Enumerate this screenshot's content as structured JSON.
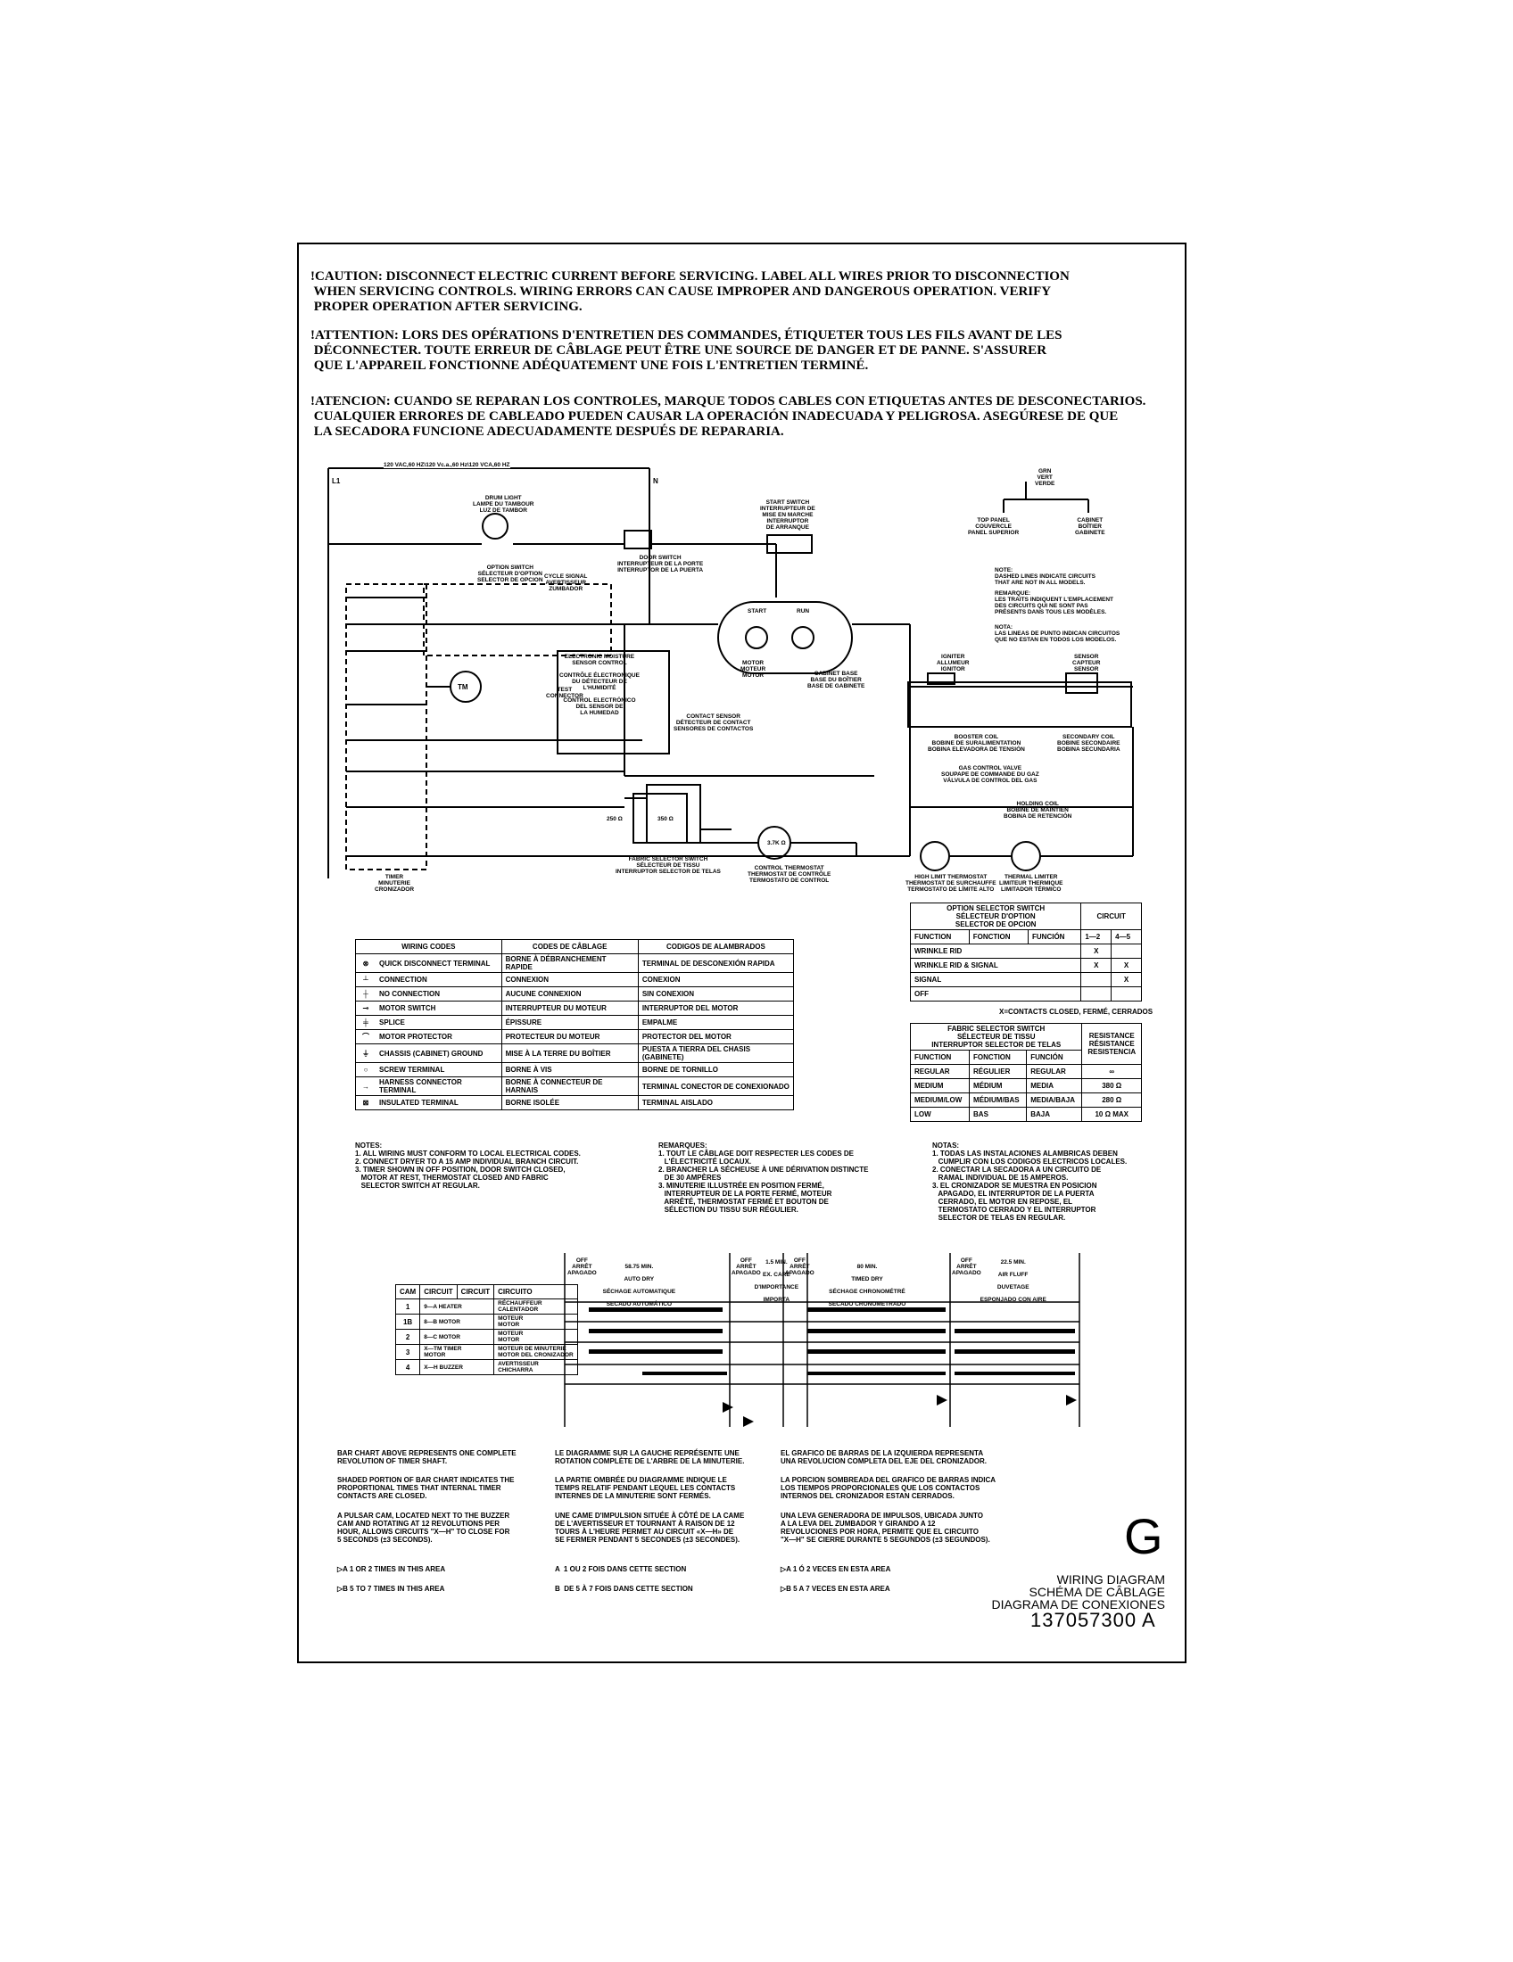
{
  "warnings": {
    "caution": "!CAUTION: DISCONNECT ELECTRIC CURRENT BEFORE SERVICING. LABEL ALL WIRES PRIOR TO DISCONNECTION\n WHEN SERVICING CONTROLS. WIRING ERRORS CAN CAUSE IMPROPER AND DANGEROUS OPERATION. VERIFY\n PROPER OPERATION AFTER SERVICING.",
    "attention": "!ATTENTION: LORS DES OPÉRATIONS D'ENTRETIEN DES COMMANDES, ÉTIQUETER TOUS LES FILS AVANT DE LES\n DÉCONNECTER. TOUTE ERREUR DE CÂBLAGE PEUT ÊTRE UNE SOURCE DE DANGER ET DE PANNE. S'ASSURER\n QUE L'APPAREIL FONCTIONNE ADÉQUATEMENT UNE FOIS L'ENTRETIEN TERMINÉ.",
    "atencion": "!ATENCION: CUANDO SE REPARAN LOS CONTROLES, MARQUE TODOS CABLES CON ETIQUETAS ANTES DE DESCONECTARIOS.\n CUALQUIER ERRORES DE CABLEADO PUEDEN CAUSAR LA OPERACIÓN INADECUADA Y PELIGROSA. ASEGÚRESE DE QUE\n LA SECADORA FUNCIONE ADECUADAMENTE DESPUÉS DE REPARARIA."
  },
  "schematic": {
    "supply": "120 VAC,60 HZ\\120 Vc.a.,60 Hz\\120 VCA,60 HZ",
    "l1": "L1",
    "n": "N",
    "drum_light": "DRUM LIGHT\nLAMPE DU TAMBOUR\nLUZ DE TAMBOR",
    "door_switch": "DOOR SWITCH\nINTERRUPTEUR DE LA PORTE\nINTERRUPTOR DE LA PUERTA",
    "start_switch": "START SWITCH\nINTERRUPTEUR DE\nMISE EN MARCHE\nINTERRUPTOR\nDE ARRANQUE",
    "option_switch": "OPTION SWITCH\nSÉLECTEUR D'OPTION\nSELECTOR DE OPCION",
    "cycle_signal": "CYCLE SIGNAL\nAVERTISSEUR\nZUMBADOR",
    "electronic_sensor": "ELECTRONIC MOISTURE\nSENSOR CONTROL\n\nCONTRÔLE ÉLECTRONIQUE\nDU DÉTECTEUR DE\nL'HUMIDITÉ\n\nCONTROL ELECTRÓNICO\nDEL SENSOR DE\nLA HUMEDAD",
    "contact_sensor": "CONTACT SENSOR\nDÉTECTEUR DE CONTACT\nSENSORES DE CONTACTOS",
    "test_connector": "TEST\nCONNECTOR",
    "motor": "MOTOR\nMOTEUR\nMOTOR",
    "start": "START",
    "run": "RUN",
    "tm": "TM",
    "cabinet_base": "CABINET BASE\nBASE DU BOÎTIER\nBASE DE GABINETE",
    "ground": "GRN\nVERT\nVERDE",
    "top_panel": "TOP PANEL\nCOUVERCLE\nPANEL SUPERIOR",
    "cabinet": "CABINET\nBOÎTIER\nGABINETE",
    "note_en": "NOTE:\nDASHED LINES INDICATE CIRCUITS\nTHAT ARE NOT IN ALL MODELS.",
    "note_fr": "REMARQUE:\nLES TRAITS INDIQUENT L'EMPLACEMENT\nDES CIRCUITS QUI NE SONT PAS\nPRÉSENTS DANS TOUS LES MODÈLES.",
    "note_es": "NOTA:\nLAS LINEAS DE PUNTO INDICAN CIRCUITOS\nQUE NO ESTAN EN TODOS LOS MODELOS.",
    "igniter": "IGNITER\nALLUMEUR\nIGNITOR",
    "sensor": "SENSOR\nCAPTEUR\nSENSOR",
    "booster_coil": "BOOSTER COIL\nBOBINE DE SURALIMENTATION\nBOBINA ELEVADORA DE TENSIÓN",
    "secondary_coil": "SECONDARY COIL\nBOBINE SECONDAIRE\nBOBINA SECUNDARIA",
    "gas_valve": "GAS CONTROL VALVE\nSOUPAPE DE COMMANDE DU GAZ\nVÁLVULA DE CONTROL DEL GAS",
    "holding_coil": "HOLDING COIL\nBOBINE DE MAINTIEN\nBOBINA DE RETENCIÓN",
    "fabric_switch": "FABRIC SELECTOR SWITCH\nSÉLECTEUR DE TISSU\nINTERRUPTOR SELECTOR DE TELAS",
    "control_thermostat": "CONTROL THERMOSTAT\nTHERMOSTAT DE CONTRÔLE\nTERMOSTATO DE CONTROL",
    "high_limit": "HIGH LIMIT THERMOSTAT\nTHERMOSTAT DE SURCHAUFFE\nTERMOSTATO DE LÍMITE ALTO",
    "thermal_limiter": "THERMAL LIMITER\nLIMITEUR THERMIQUE\nLIMITADOR TÉRMICO",
    "timer": "TIMER\nMINUTERIE\nCRONIZADOR",
    "r_3k": "3.7K Ω",
    "r_250": "250 Ω",
    "r_350": "350 Ω"
  },
  "ground_colors": [
    "GRN\nVERT\nVERDE"
  ],
  "wiring_codes": {
    "headers": [
      "WIRING CODES",
      "CODES DE CÂBLAGE",
      "CODIGOS DE ALAMBRADOS"
    ],
    "rows": [
      {
        "icon": "quick-disconnect-icon",
        "en": "QUICK DISCONNECT TERMINAL",
        "fr": "BORNE À DÉBRANCHEMENT RAPIDE",
        "es": "TERMINAL DE DESCONEXIÓN RAPIDA"
      },
      {
        "icon": "connection-icon",
        "en": "CONNECTION",
        "fr": "CONNEXION",
        "es": "CONEXION"
      },
      {
        "icon": "no-connection-icon",
        "en": "NO CONNECTION",
        "fr": "AUCUNE CONNEXION",
        "es": "SIN CONEXION"
      },
      {
        "icon": "motor-switch-icon",
        "en": "MOTOR SWITCH",
        "fr": "INTERRUPTEUR DU MOTEUR",
        "es": "INTERRUPTOR DEL MOTOR"
      },
      {
        "icon": "splice-icon",
        "en": "SPLICE",
        "fr": "ÉPISSURE",
        "es": "EMPALME"
      },
      {
        "icon": "motor-protector-icon",
        "en": "MOTOR PROTECTOR",
        "fr": "PROTECTEUR DU MOTEUR",
        "es": "PROTECTOR DEL MOTOR"
      },
      {
        "icon": "chassis-ground-icon",
        "en": "CHASSIS (CABINET) GROUND",
        "fr": "MISE À LA TERRE DU BOÎTIER",
        "es": "PUESTA A TIERRA DEL CHASIS (GABINETE)"
      },
      {
        "icon": "screw-terminal-icon",
        "en": "SCREW TERMINAL",
        "fr": "BORNE À VIS",
        "es": "BORNE DE TORNILLO"
      },
      {
        "icon": "harness-connector-icon",
        "en": "HARNESS CONNECTOR TERMINAL",
        "fr": "BORNE À CONNECTEUR DE HARNAIS",
        "es": "TERMINAL CONECTOR DE CONEXIONADO"
      },
      {
        "icon": "insulated-terminal-icon",
        "en": "INSULATED TERMINAL",
        "fr": "BORNE ISOLÉE",
        "es": "TERMINAL AISLADO"
      }
    ]
  },
  "option_table": {
    "title": "OPTION SELECTOR SWITCH\nSÉLECTEUR D'OPTION\nSELECTOR DE OPCION",
    "circuit": "CIRCUIT",
    "cols": [
      "FUNCTION",
      "FONCTION",
      "FUNCIÓN",
      "1—2",
      "4—5"
    ],
    "rows": [
      {
        "name": "WRINKLE RID",
        "c1": "X",
        "c2": ""
      },
      {
        "name": "WRINKLE RID & SIGNAL",
        "c1": "X",
        "c2": "X"
      },
      {
        "name": "SIGNAL",
        "c1": "",
        "c2": "X"
      },
      {
        "name": "OFF",
        "c1": "",
        "c2": ""
      }
    ],
    "legend": "X=CONTACTS CLOSED, FERMÉ, CERRADOS"
  },
  "fabric_table": {
    "title": "FABRIC SELECTOR SWITCH\nSÉLECTEUR DE TISSU\nINTERRUPTOR SELECTOR DE TELAS",
    "res_head": "RESISTANCE\nRÉSISTANCE\nRESISTENCIA",
    "cols": [
      "FUNCTION",
      "FONCTION",
      "FUNCIÓN"
    ],
    "rows": [
      {
        "en": "REGULAR",
        "fr": "RÉGULIER",
        "es": "REGULAR",
        "r": "∞"
      },
      {
        "en": "MEDIUM",
        "fr": "MÉDIUM",
        "es": "MEDIA",
        "r": "380 Ω"
      },
      {
        "en": "MEDIUM/LOW",
        "fr": "MÉDIUM/BAS",
        "es": "MEDIA/BAJA",
        "r": "280 Ω"
      },
      {
        "en": "LOW",
        "fr": "BAS",
        "es": "BAJA",
        "r": "10 Ω MAX"
      }
    ]
  },
  "notes": {
    "en": "NOTES:\n1. ALL WIRING MUST CONFORM TO LOCAL ELECTRICAL CODES.\n2. CONNECT DRYER TO A 15 AMP INDIVIDUAL BRANCH CIRCUIT.\n3. TIMER SHOWN IN OFF POSITION, DOOR SWITCH CLOSED,\n   MOTOR AT REST, THERMOSTAT CLOSED AND FABRIC\n   SELECTOR SWITCH AT REGULAR.",
    "fr": "REMARQUES:\n1. TOUT LE CÂBLAGE DOIT RESPECTER LES CODES DE\n   L'ÉLECTRICITÉ LOCAUX.\n2. BRANCHER LA SÉCHEUSE À UNE DÉRIVATION DISTINCTE\n   DE 30 AMPÈRES\n3. MINUTERIE ILLUSTRÉE EN POSITION FERMÉ,\n   INTERRUPTEUR DE LA PORTE FERMÉ, MOTEUR\n   ARRÊTÉ, THERMOSTAT FERMÉ ET BOUTON DE\n   SÉLECTION DU TISSU SUR RÉGULIER.",
    "es": "NOTAS:\n1. TODAS LAS INSTALACIONES ALAMBRICAS DEBEN\n   CUMPLIR CON LOS CODIGOS ELECTRICOS LOCALES.\n2. CONECTAR LA SECADORA A UN CIRCUITO DE\n   RAMAL INDIVIDUAL DE 15 AMPEROS.\n3. EL CRONIZADOR SE MUESTRA EN POSICION\n   APAGADO, EL INTERRUPTOR DE LA PUERTA\n   CERRADO, EL MOTOR EN REPOSE, EL\n   TERMOSTATO CERRADO Y EL INTERRUPTOR\n   SELECTOR DE TELAS EN REGULAR."
  },
  "timer_chart": {
    "head": [
      "CAM",
      "CIRCUIT",
      "CIRCUIT",
      "CIRCUITO"
    ],
    "rows": [
      {
        "cam": "1",
        "circ": "9—A HEATER",
        "fr": "RÉCHAUFFEUR\nCALENTADOR"
      },
      {
        "cam": "1B",
        "circ": "8—B MOTOR",
        "fr": "MOTEUR\nMOTOR"
      },
      {
        "cam": "2",
        "circ": "8—C MOTOR",
        "fr": "MOTEUR\nMOTOR"
      },
      {
        "cam": "3",
        "circ": "X—TM TIMER\nMOTOR",
        "fr": "MOTEUR DE MINUTERIE\nMOTOR DEL CRONIZADOR"
      },
      {
        "cam": "4",
        "circ": "X—H BUZZER",
        "fr": "AVERTISSEUR\nCHICHARRA"
      }
    ],
    "sections": [
      {
        "dur": "58.75 MIN.",
        "l1": "AUTO DRY",
        "l2": "SÉCHAGE AUTOMATIQUE",
        "l3": "SECADO AUTOMÁTICO"
      },
      {
        "dur": "1.5 MIN.",
        "l1": "EX. CARE",
        "l2": "D'IMPORTANCE",
        "l3": "IMPORTA"
      },
      {
        "dur": "80 MIN.",
        "l1": "TIMED DRY",
        "l2": "SÉCHAGE CHRONOMÉTRÉ",
        "l3": "SECADO CRONOMETRADO"
      },
      {
        "dur": "22.5 MIN.",
        "l1": "AIR FLUFF",
        "l2": "DUVETAGE",
        "l3": "ESPONJADO CON AIRE"
      }
    ],
    "off": "OFF\nARRÊT\nAPAGADO"
  },
  "explain": {
    "en1": "BAR CHART ABOVE REPRESENTS ONE COMPLETE\nREVOLUTION OF TIMER SHAFT.",
    "en2": "SHADED PORTION OF BAR CHART INDICATES THE\nPROPORTIONAL TIMES THAT INTERNAL TIMER\nCONTACTS ARE CLOSED.",
    "en3": "A PULSAR CAM, LOCATED NEXT TO THE BUZZER\nCAM AND ROTATING AT 12 REVOLUTIONS PER\nHOUR, ALLOWS CIRCUITS \"X—H\" TO CLOSE FOR\n5 SECONDS (±3 SECONDS).",
    "en4": "1 OR 2 TIMES IN THIS AREA",
    "en5": "5 TO 7 TIMES IN THIS AREA",
    "fr1": "LE DIAGRAMME SUR LA GAUCHE REPRÉSENTE UNE\nROTATION COMPLÈTE DE L'ARBRE DE LA MINUTERIE.",
    "fr2": "LA PARTIE OMBRÉE DU DIAGRAMME INDIQUE LE\nTEMPS RELATIF PENDANT LEQUEL LES CONTACTS\nINTERNES DE LA MINUTERIE SONT FERMÉS.",
    "fr3": "UNE CAME D'IMPULSION SITUÉE À CÔTÉ DE LA CAME\nDE L'AVERTISSEUR ET TOURNANT À RAISON DE 12\nTOURS À L'HEURE PERMET AU CIRCUIT «X—H» DE\nSE FERMER PENDANT 5 SECONDES (±3 SECONDES).",
    "fr4": "A  1 OU 2 FOIS DANS CETTE SECTION",
    "fr5": "B  DE 5 À 7 FOIS DANS CETTE SECTION",
    "es1": "EL GRAFICO DE BARRAS DE LA IZQUIERDA REPRESENTA\nUNA REVOLUCION COMPLETA DEL EJE DEL CRONIZADOR.",
    "es2": "LA PORCION SOMBREADA DEL GRAFICO DE BARRAS INDICA\nLOS TIEMPOS PROPORCIONALES QUE LOS CONTACTOS\nINTERNOS DEL CRONIZADOR ESTAN CERRADOS.",
    "es3": "UNA LEVA GENERADORA DE IMPULSOS, UBICADA JUNTO\nA LA LEVA DEL ZUMBADOR Y GIRANDO A 12\nREVOLUCIONES POR HORA, PERMITE QUE EL CIRCUITO\n\"X—H\" SE CIERRE DURANTE 5 SEGUNDOS (±3 SEGUNDOS).",
    "es4": "1 Ó 2 VECES EN ESTA AREA",
    "es5": "5 A 7 VECES EN ESTA AREA"
  },
  "title_block": {
    "letter": "G",
    "l1": "WIRING DIAGRAM",
    "l2": "SCHÉMA DE CÂBLAGE",
    "l3": "DIAGRAMA DE CONEXIONES",
    "number": "137057300  A"
  }
}
